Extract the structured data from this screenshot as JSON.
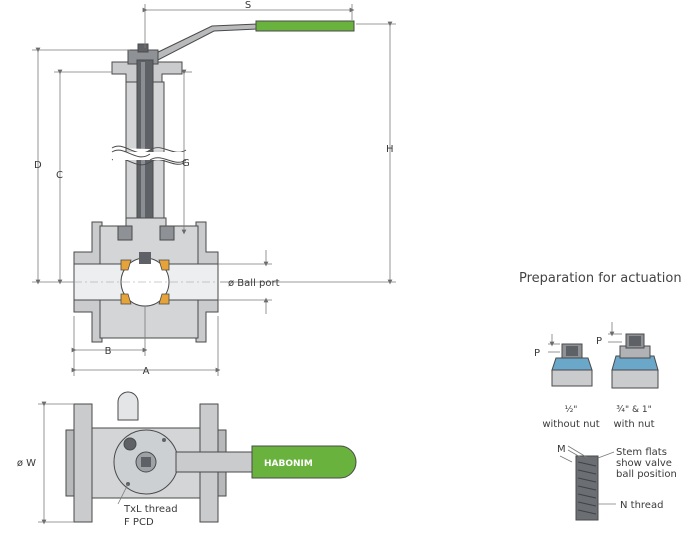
{
  "colors": {
    "steel": "#c9cbcd",
    "steel_dark": "#a9acaf",
    "stem": "#5e6166",
    "handle_green": "#6ab23e",
    "ball_seat": "#e5a33a",
    "dim_line": "#7a7a7a",
    "text": "#3a3a3a"
  },
  "side_view": {
    "dims": {
      "s": "S",
      "h": "H",
      "d": "D",
      "c": "C",
      "g": "G",
      "b": "B",
      "a": "A"
    },
    "ball_port": "ø Ball port"
  },
  "bottom_view": {
    "w": "ø W",
    "brand": "HABONIM",
    "thread_line1": "TxL thread",
    "thread_line2": "F PCD"
  },
  "actuation": {
    "title": "Preparation for actuation",
    "p_left": "P",
    "p_right": "P",
    "left_caption_1": "½\"",
    "left_caption_2": "without nut",
    "right_caption_1": "¾\" & 1\"",
    "right_caption_2": "with nut",
    "m": "M",
    "stem_flats_1": "Stem flats",
    "stem_flats_2": "show valve",
    "stem_flats_3": "ball position",
    "n_thread": "N thread"
  }
}
